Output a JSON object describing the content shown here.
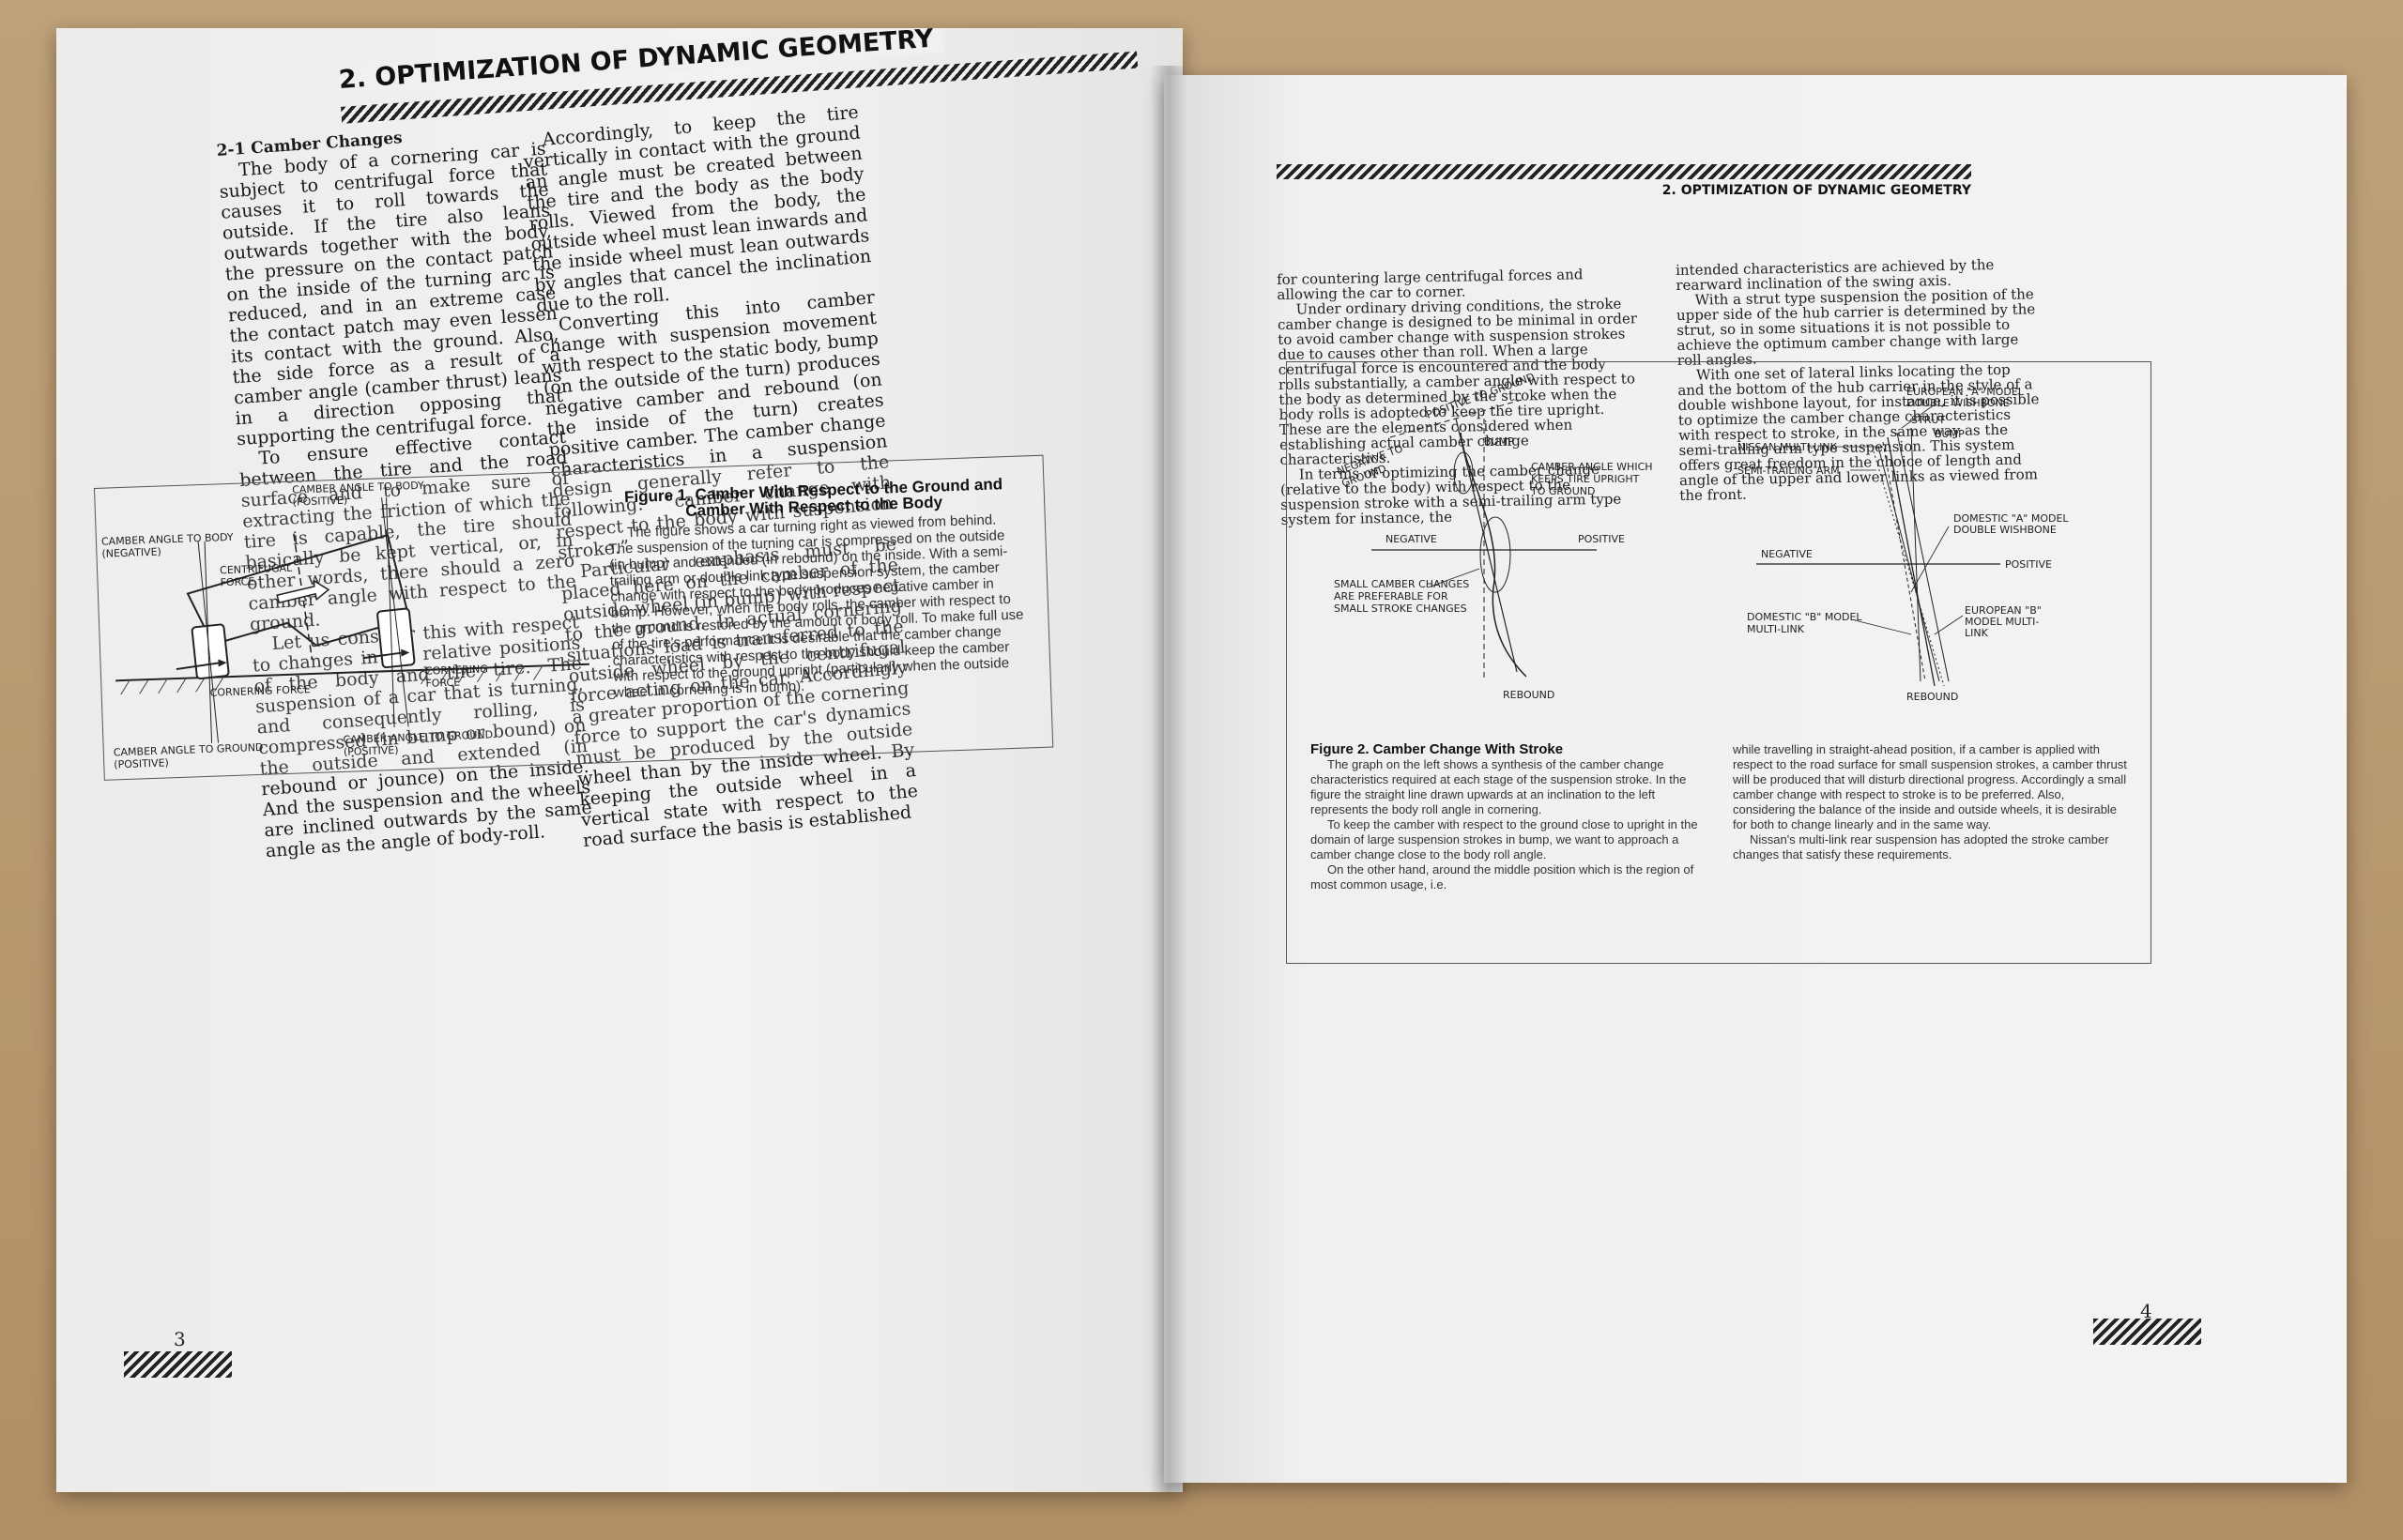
{
  "left_page": {
    "heading": "2. OPTIMIZATION OF DYNAMIC GEOMETRY",
    "section_heading": "2-1 Camber Changes",
    "col1_paragraphs": [
      "The body of a cornering car is subject to centrifugal force that causes it to roll towards the outside. If the tire also leans outwards together with the body, the pressure on the contact patch on the inside of the turning arc is reduced, and in an extreme case the contact patch may even lessen its contact with the ground. Also, the side force as a result of a camber angle (camber thrust) leans in a direction opposing that supporting the centrifugal force.",
      "To ensure effective contact between the tire and the road surface and to make sure of extracting the friction of which the tire is capable, the tire should basically be kept vertical, or, in other words, there should a zero camber angle with respect to the ground.",
      "Let us consider this with respect to changes in the relative positions of the body and the tire. The suspension of a car that is turning, and consequently rolling, is compressed (in bump or bound) on the outside and extended (in rebound or jounce) on the inside. And the suspension and the wheels are inclined outwards by the same angle as the angle of body-roll."
    ],
    "col2_paragraphs": [
      "Accordingly, to keep the tire vertically in contact with the ground an angle must be created between the tire and the body as the body rolls. Viewed from the body, the outside wheel must lean inwards and the inside wheel must lean outwards by angles that cancel the inclination due to the roll.",
      "Converting this into camber change with suspension movement with respect to the static body, bump (on the outside of the turn) produces negative camber and rebound (on the inside of the turn) creates positive camber. The camber change characteristics in a suspension design generally refer to the following: “camber change with respect to the body with suspension stroke.”",
      "Particular emphasis must be placed here on the camber of the outside wheel (in bump) with respect to the ground. In actual cornering situations load is transferred to the outside wheel by the centrifugal force acting on the car. Accordingly a greater proportion of the cornering force to support the car's dynamics must be produced by the outside wheel than by the inside wheel. By keeping the outside wheel in a vertical state with respect to the road surface the basis is established"
    ],
    "figure1": {
      "title": "Figure 1. Camber With Respect to the Ground and Camber With Respect to the Body",
      "body": "The figure shows a car turning right as viewed from behind. The suspension of the turning car is compressed on the outside (in bump) and extended (in rebound) on the inside. With a semi-trailing arm or double link type suspension system, the camber change with respect to the body produces negative camber in bump. However, when the body rolls, the camber with respect to the ground is restored by the amount of body roll. To make full use of the tire's performance it is desirable that the camber change characteristics with respect to the body should keep the camber with respect to the ground upright (particularly when the outside wheel in cornering is in bump).",
      "labels": {
        "camber_body_pos_1": "CAMBER ANGLE TO BODY",
        "camber_body_pos_2": "(POSITIVE)",
        "camber_body_neg_1": "CAMBER ANGLE TO BODY",
        "camber_body_neg_2": "(NEGATIVE)",
        "centrifugal_1": "CENTRIFUGAL",
        "centrifugal_2": "FORCE",
        "cornering_force_left": "CORNERING FORCE",
        "cornering_force_right_1": "CORNERING",
        "cornering_force_right_2": "FORCE",
        "camber_ground_left_1": "CAMBER ANGLE TO GROUND",
        "camber_ground_left_2": "(POSITIVE)",
        "camber_ground_right_1": "CAMBER ANGLE TO GROUND",
        "camber_ground_right_2": "(POSITIVE)"
      }
    },
    "page_number": "3"
  },
  "right_page": {
    "running_head": "2. OPTIMIZATION OF DYNAMIC GEOMETRY",
    "col1_paragraphs": [
      "for countering large centrifugal forces and allowing the car to corner.",
      "Under ordinary driving conditions, the stroke camber change is designed to be minimal in order to avoid camber change with suspension strokes due to causes other than roll. When a large centrifugal force is encountered and the body rolls substantially, a camber angle with respect to the body as determined by the stroke when the body rolls is adopted to keep the tire upright. These are the elements considered when establishing actual camber change characteristics.",
      "In terms of optimizing the camber change (relative to the body) with respect to the suspension stroke with a semi-trailing arm type system for instance, the"
    ],
    "col2_paragraphs": [
      "intended characteristics are achieved by the rearward inclination of the swing axis.",
      "With a strut type suspension the position of the upper side of the hub carrier is determined by the strut, so in some situations it is not possible to achieve the optimum camber change with large roll angles.",
      "With one set of lateral links locating the top and the bottom of the hub carrier in the style of a double wishbone layout, for instance, it is possible to optimize the camber change characteristics with respect to stroke, in the same way as the semi-trailing arm type suspension. This system offers great freedom in the choice of length and angle of the upper and lower links as viewed from the front."
    ],
    "figure2": {
      "title": "Figure 2. Camber Change With Stroke",
      "body_left": [
        "The graph on the left shows a synthesis of the camber change characteristics required at each stage of the suspension stroke. In the figure the straight line drawn upwards at an inclination to the left represents the body roll angle in cornering.",
        "To keep the camber with respect to the ground close to upright in the domain of large suspension strokes in bump, we want to approach a camber change close to the body roll angle.",
        "On the other hand, around the middle position which is the region of most common usage, i.e."
      ],
      "body_right": [
        "while travelling in straight-ahead position, if a camber is applied with respect to the road surface for small suspension strokes, a camber thrust will be produced that will disturb directional progress. Accordingly a small camber change with respect to stroke is to be preferred. Also, considering the balance of the inside and outside wheels, it is desirable for both to change linearly and in the same way.",
        "Nissan's multi-link rear suspension has adopted the stroke camber changes that satisfy these requirements."
      ],
      "left_graph": {
        "positive_to_ground": "POSITIVE TO GROUND",
        "negative_to_ground_1": "NEGATIVE TO",
        "negative_to_ground_2": "GROUND",
        "bump": "BUMP",
        "keeps_upright_1": "CAMBER ANGLE WHICH",
        "keeps_upright_2": "KEEPS TIRE UPRIGHT",
        "keeps_upright_3": "TO GROUND",
        "negative": "NEGATIVE",
        "positive": "POSITIVE",
        "small_changes_1": "SMALL CAMBER CHANGES",
        "small_changes_2": "ARE PREFERABLE FOR",
        "small_changes_3": "SMALL STROKE CHANGES",
        "rebound": "REBOUND"
      },
      "right_graph": {
        "euro_a_1": "EUROPEAN \"A\" MODEL",
        "euro_a_2": "DOUBLE WISHBONE",
        "strut": "STRUT",
        "bump": "BUMP",
        "nissan_multilink": "NISSAN MULTI-LINK",
        "semi_trailing": "SEMI-TRAILING ARM",
        "domestic_a_1": "DOMESTIC \"A\" MODEL",
        "domestic_a_2": "DOUBLE WISHBONE",
        "negative": "NEGATIVE",
        "positive": "POSITIVE",
        "domestic_b_1": "DOMESTIC \"B\" MODEL",
        "domestic_b_2": "MULTI-LINK",
        "euro_b_1": "EUROPEAN \"B\"",
        "euro_b_2": "MODEL MULTI-",
        "euro_b_3": "LINK",
        "rebound": "REBOUND"
      }
    },
    "page_number": "4"
  }
}
